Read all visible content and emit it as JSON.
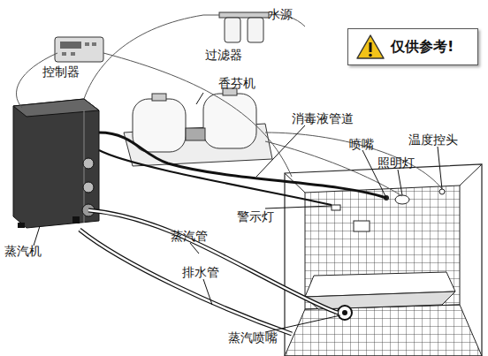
{
  "diagram": {
    "nodes": [
      {
        "text": [
          "仅供参考!"
        ]
      }
    ],
    "labels": [
      "水源",
      "过滤器",
      "控制器",
      "香芬机",
      "消毒液管道",
      "喷嘴",
      "温度控头",
      "照明灯",
      "警示灯",
      "蒸汽机",
      "蒸汽管",
      "排水管",
      "蒸汽喷嘴"
    ]
  }
}
